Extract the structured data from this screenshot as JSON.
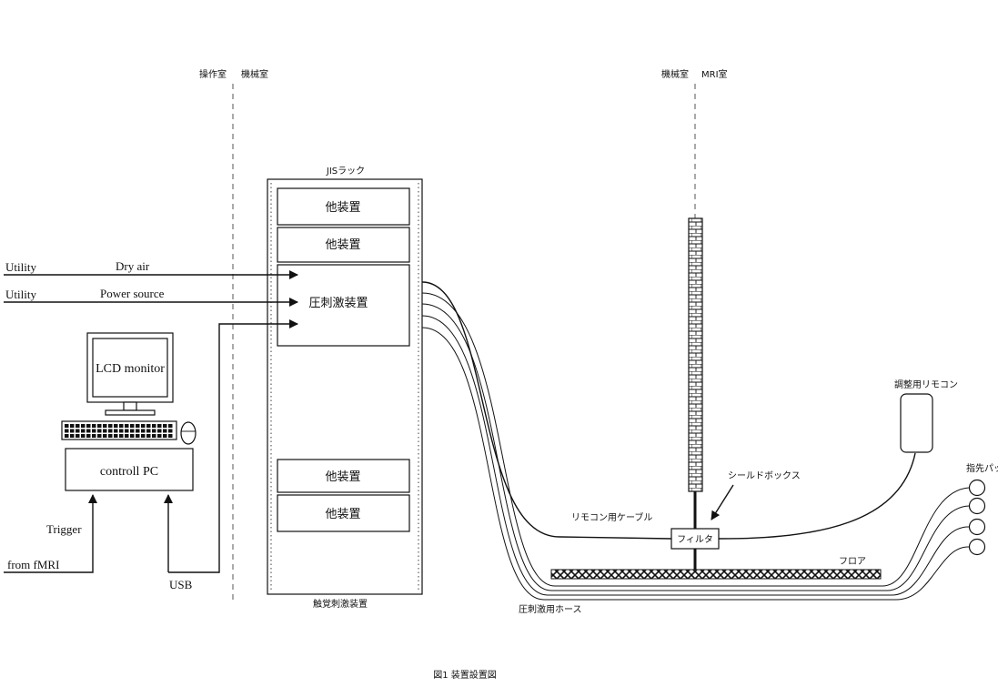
{
  "zones": {
    "operation_room": "操作室",
    "machine_room_left": "機械室",
    "machine_room_right": "機械室",
    "mri_room": "MRI室"
  },
  "rack": {
    "title": "JISラック",
    "caption": "触覚刺激装置",
    "slots": [
      "他装置",
      "他装置",
      "圧刺激装置",
      "他装置",
      "他装置"
    ]
  },
  "inputs": {
    "utility_air": "Utility",
    "dry_air": "Dry air",
    "utility_power": "Utility",
    "power_source": "Power source"
  },
  "pc": {
    "monitor": "LCD monitor",
    "pc_label": "controll PC",
    "trigger": "Trigger",
    "from_fmri": "from fMRI",
    "usb": "USB"
  },
  "mri_side": {
    "remote": "調整用リモコン",
    "fingertip_pad": "指先パッド",
    "shield_box": "シールドボックス",
    "filter": "フィルタ",
    "floor": "フロア",
    "remote_cable": "リモコン用ケーブル",
    "hose": "圧刺激用ホース"
  },
  "figure_caption": "図1  装置設置図"
}
